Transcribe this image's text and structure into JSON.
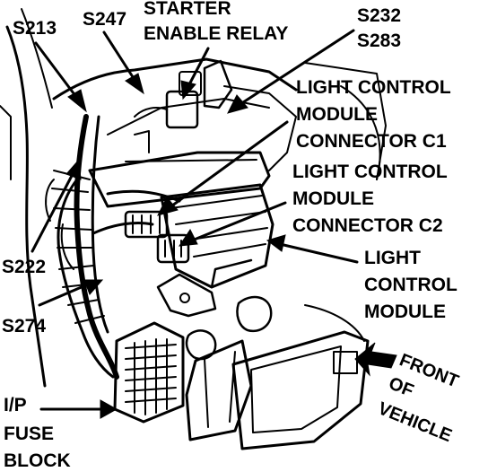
{
  "labels": {
    "s213": "S213",
    "s247": "S247",
    "starter_line1": "STARTER",
    "starter_line2": "ENABLE RELAY",
    "s232": "S232",
    "s283": "S283",
    "lcm_c1_line1": "LIGHT CONTROL",
    "lcm_c1_line2": "MODULE",
    "lcm_c1_line3": "CONNECTOR C1",
    "lcm_c2_line1": "LIGHT CONTROL",
    "lcm_c2_line2": "MODULE",
    "lcm_c2_line3": "CONNECTOR C2",
    "lcm_line1": "LIGHT",
    "lcm_line2": "CONTROL",
    "lcm_line3": "MODULE",
    "s222": "S222",
    "s274": "S274",
    "fuse_line1": "I/P",
    "fuse_line2": "FUSE",
    "fuse_line3": "BLOCK",
    "front_line1": "FRONT",
    "front_line2": "OF",
    "front_line3": "VEHICLE"
  },
  "colors": {
    "ink": "#000000",
    "background": "#ffffff"
  },
  "icons": {
    "front_arrow": "arrow-left-icon"
  }
}
